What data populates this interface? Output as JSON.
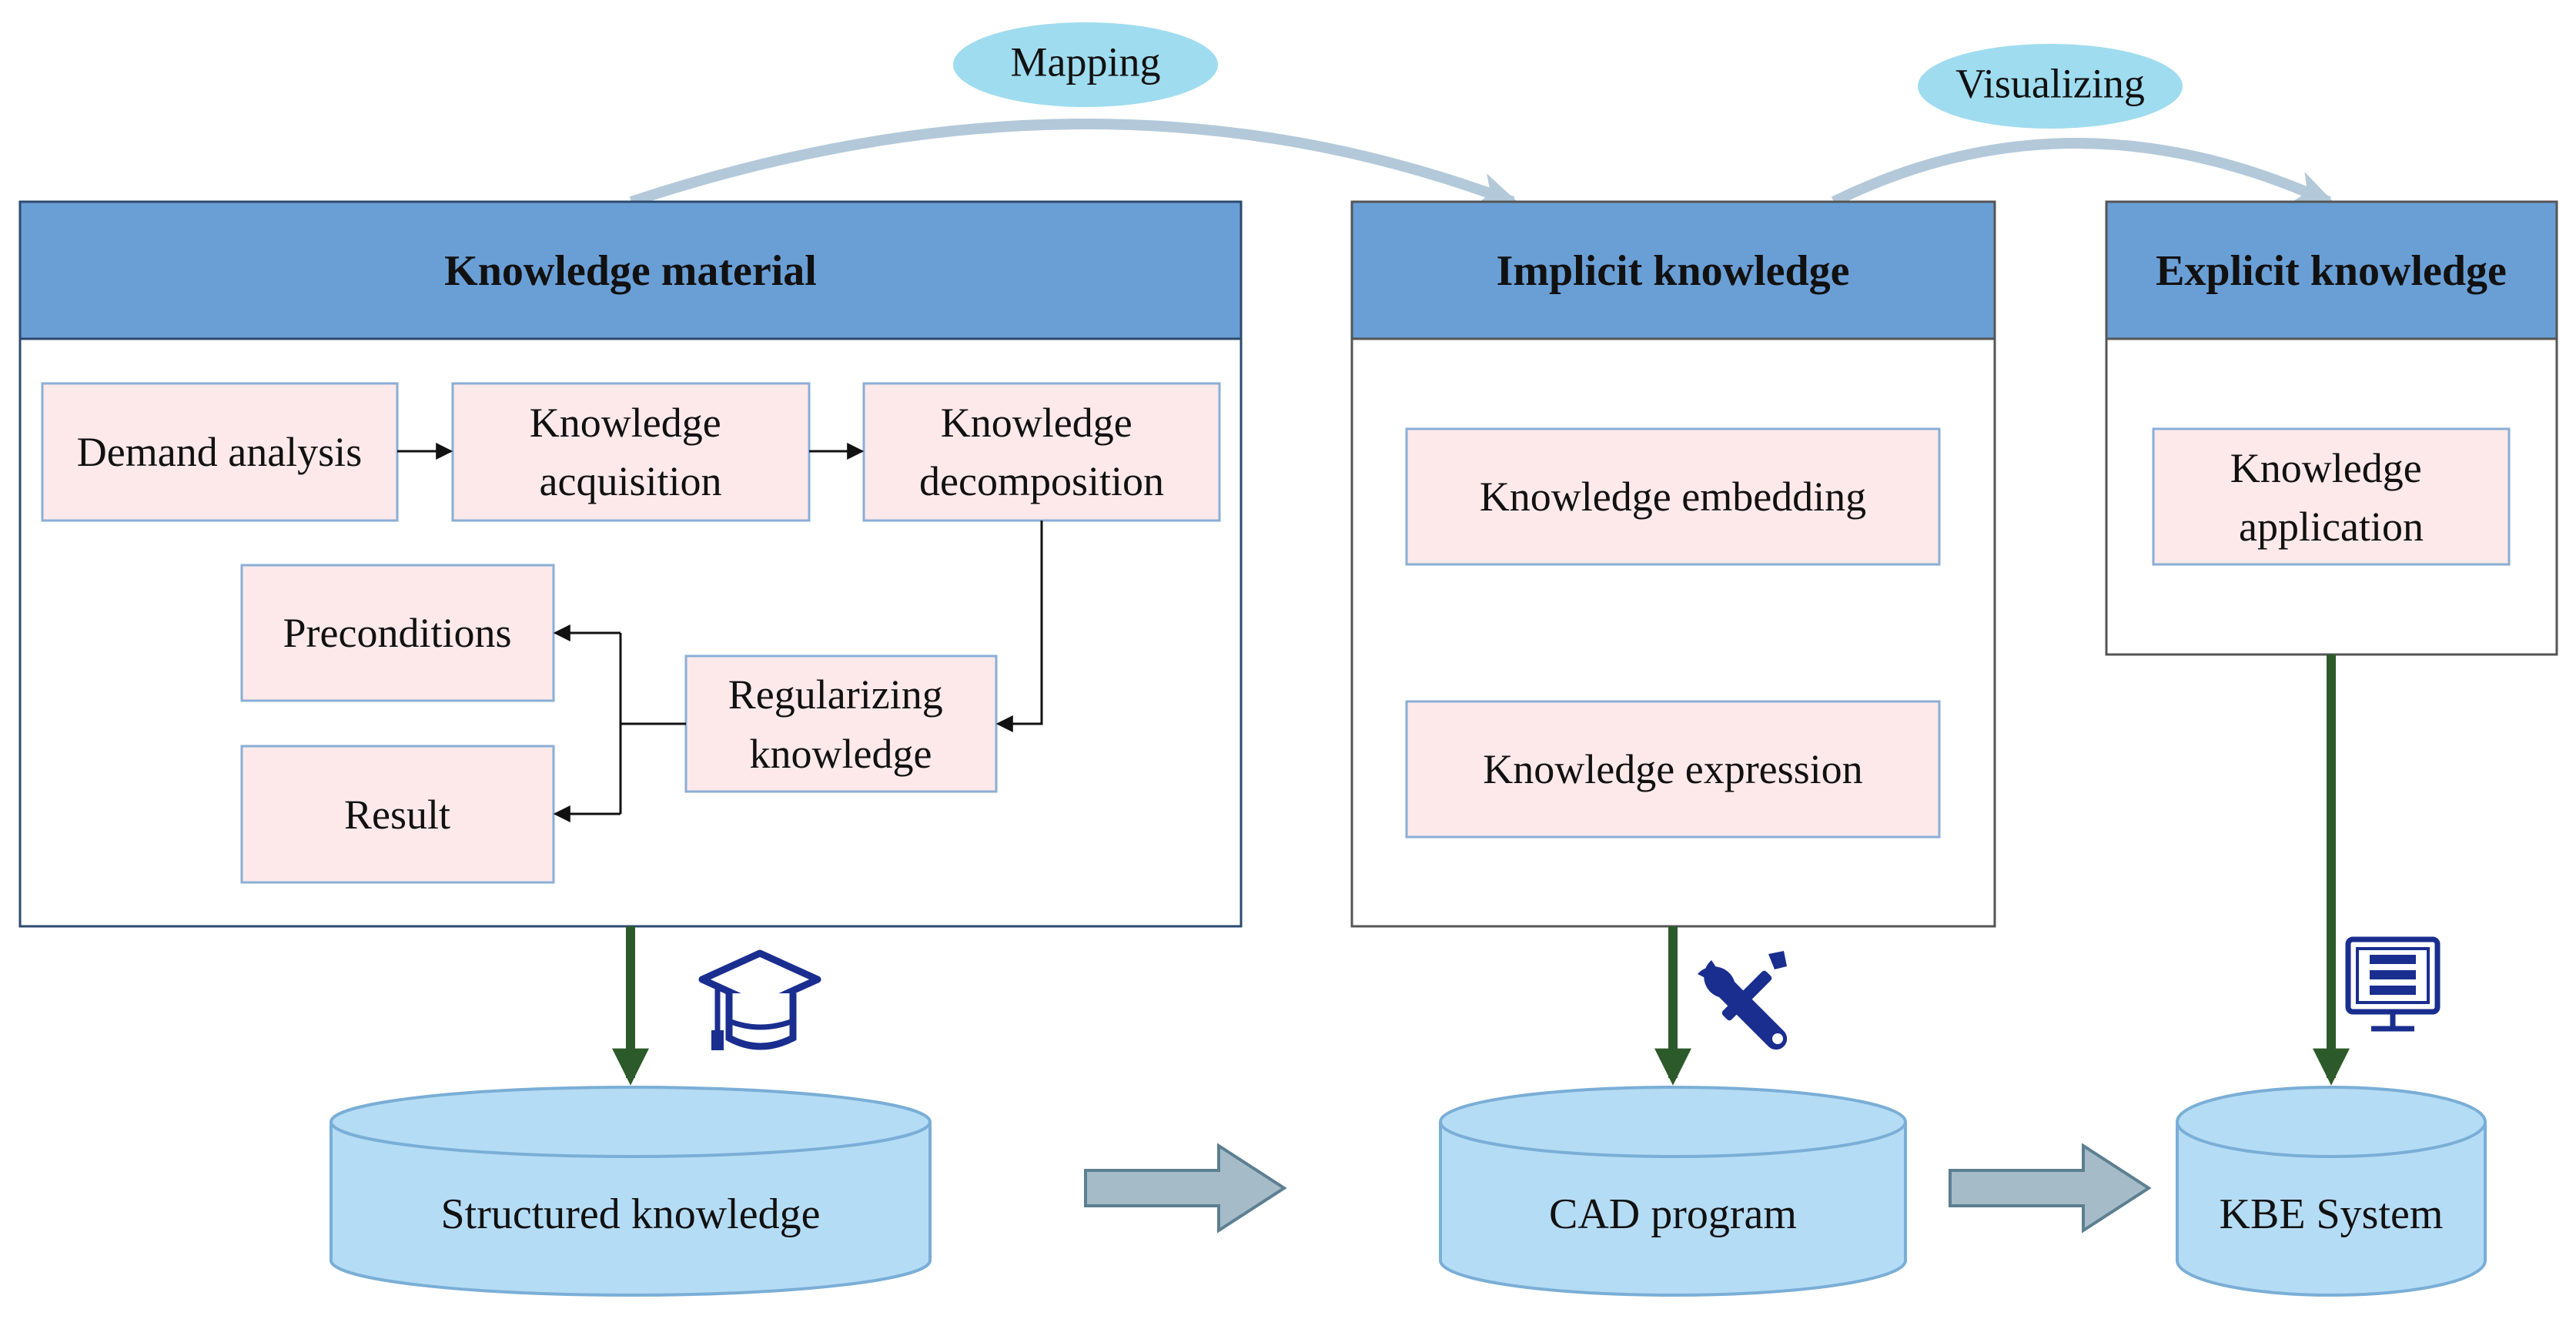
{
  "colors": {
    "header_fill": "#6a9fd6",
    "panel_border": "#2c4a6e",
    "box_fill": "#fde9ea",
    "box_border": "#8aaed6",
    "cylinder_fill": "#b5dcf5",
    "cylinder_stroke": "#7aaed6",
    "ellipse_fill": "#9fdcef",
    "curve_stroke": "#b3c9da",
    "down_arrow": "#2d5a2a",
    "right_arrow_fill": "#a5bcc8",
    "right_arrow_stroke": "#5c7f91",
    "icon_color": "#1a2e8f"
  },
  "curved_labels": {
    "mapping": "Mapping",
    "visualizing": "Visualizing"
  },
  "panels": {
    "material": {
      "title": "Knowledge material",
      "boxes": {
        "demand": [
          "Demand analysis"
        ],
        "acquisition": [
          "Knowledge",
          "acquisition"
        ],
        "decomposition": [
          "Knowledge",
          "decomposition"
        ],
        "preconditions": [
          "Preconditions"
        ],
        "regularizing": [
          "Regularizing",
          "knowledge"
        ],
        "result": [
          "Result"
        ]
      }
    },
    "implicit": {
      "title": "Implicit knowledge",
      "boxes": {
        "embedding": [
          "Knowledge embedding"
        ],
        "expression": [
          "Knowledge expression"
        ]
      }
    },
    "explicit": {
      "title": "Explicit knowledge",
      "boxes": {
        "application": [
          "Knowledge",
          "application"
        ]
      }
    }
  },
  "stores": {
    "structured": "Structured knowledge",
    "cad": "CAD program",
    "kbe": "KBE System"
  },
  "icons": {
    "material": "graduation-cap-icon",
    "implicit": "wrench-screwdriver-icon",
    "explicit": "computer-monitor-icon"
  }
}
